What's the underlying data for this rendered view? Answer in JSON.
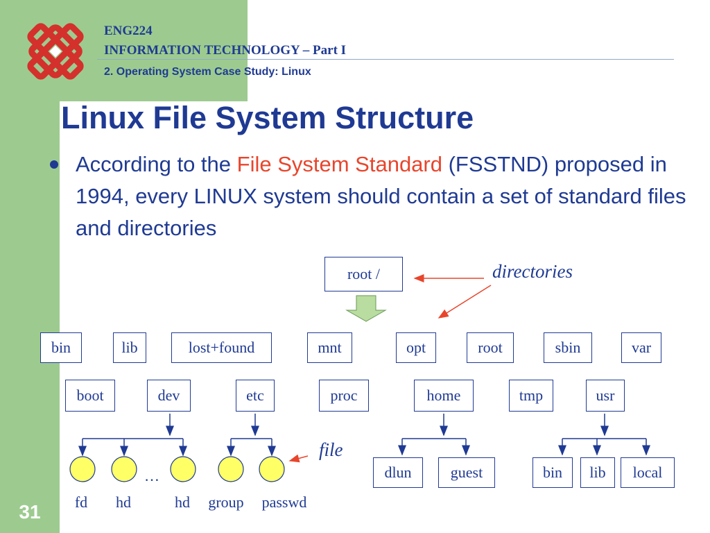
{
  "header": {
    "course_code": "ENG224",
    "course_title": "INFORMATION TECHNOLOGY – Part I",
    "subtitle": "2. Operating System Case Study: Linux"
  },
  "slide": {
    "title": "Linux File System Structure",
    "bullet": {
      "before": "According to the ",
      "highlight": "File System Standard",
      "after": " (FSSTND) proposed in 1994, every LINUX system should contain a set of standard files and directories"
    },
    "page_number": "31"
  },
  "colors": {
    "navy": "#1f3a93",
    "accent": "#e8452c",
    "green_band": "#9dcb8f",
    "arrow_green": "#b9dca0",
    "leaf_fill": "#ffff66",
    "logo_red": "#d4302c"
  },
  "diagram": {
    "root_label": "root   /",
    "callouts": {
      "directories": "directories",
      "file": "file"
    },
    "row1": [
      "bin",
      "lib",
      "lost+found",
      "mnt",
      "opt",
      "root",
      "sbin",
      "var"
    ],
    "row2": [
      "boot",
      "dev",
      "etc",
      "proc",
      "home",
      "tmp",
      "usr"
    ],
    "home_children": [
      "dlun",
      "guest"
    ],
    "usr_children": [
      "bin",
      "lib",
      "local"
    ],
    "dev_files": [
      "fd",
      "hd",
      "hd"
    ],
    "etc_files": [
      "group",
      "passwd"
    ],
    "ellipsis": "…"
  }
}
